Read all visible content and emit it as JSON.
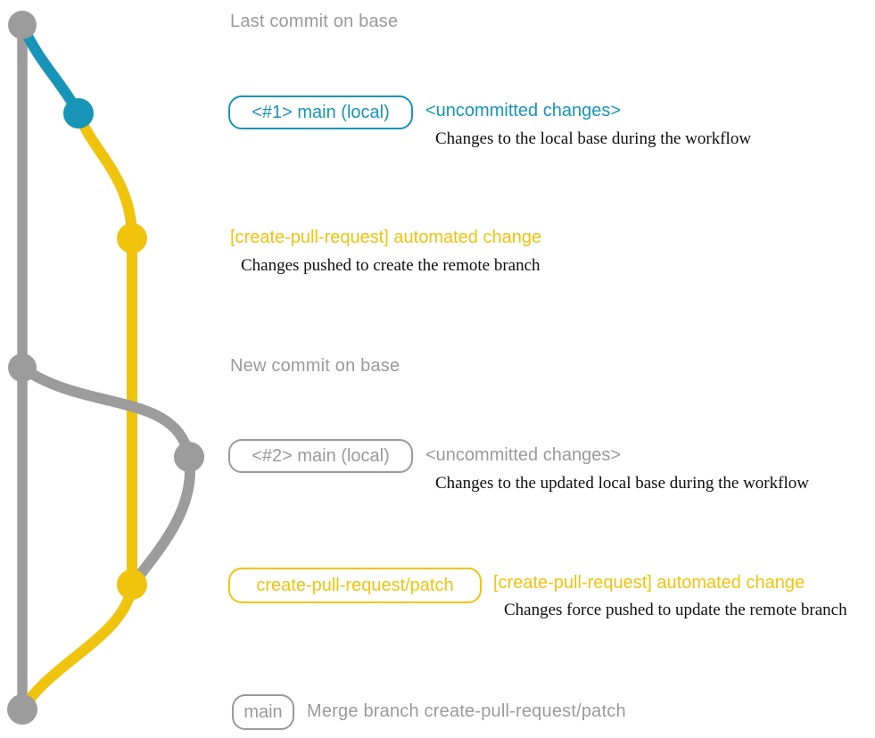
{
  "colors": {
    "teal": "#1794B8",
    "yellow": "#F0C30D",
    "gray": "#9C9C9C",
    "gray_text": "#9A9A9A",
    "desc_text": "#0E0E0E",
    "background": "#FFFFFF"
  },
  "annotations": {
    "last_commit": {
      "title": "Last commit on base"
    },
    "local_1": {
      "badge": "<#1> main (local)",
      "heading": "<uncommitted changes>",
      "description": "Changes to the local base during the workflow"
    },
    "patch_1": {
      "heading": "[create-pull-request] automated change",
      "description": "Changes pushed to create the remote branch"
    },
    "new_commit": {
      "title": "New commit on base"
    },
    "local_2": {
      "badge": "<#2> main (local)",
      "heading": "<uncommitted changes>",
      "description": "Changes to the updated local base during the workflow"
    },
    "patch_2": {
      "badge": "create-pull-request/patch",
      "heading": "[create-pull-request] automated change",
      "description": "Changes force pushed to update the remote branch"
    },
    "merge": {
      "badge": "main",
      "title": "Merge branch create-pull-request/patch"
    }
  },
  "graph": {
    "commit_dots": [
      {
        "id": "last-commit-on-base",
        "color": "gray"
      },
      {
        "id": "local-main-1",
        "color": "teal"
      },
      {
        "id": "patch-commit-1",
        "color": "yellow"
      },
      {
        "id": "new-commit-on-base",
        "color": "gray"
      },
      {
        "id": "local-main-2",
        "color": "gray"
      },
      {
        "id": "patch-commit-2",
        "color": "yellow"
      },
      {
        "id": "merge-commit",
        "color": "gray"
      }
    ]
  }
}
